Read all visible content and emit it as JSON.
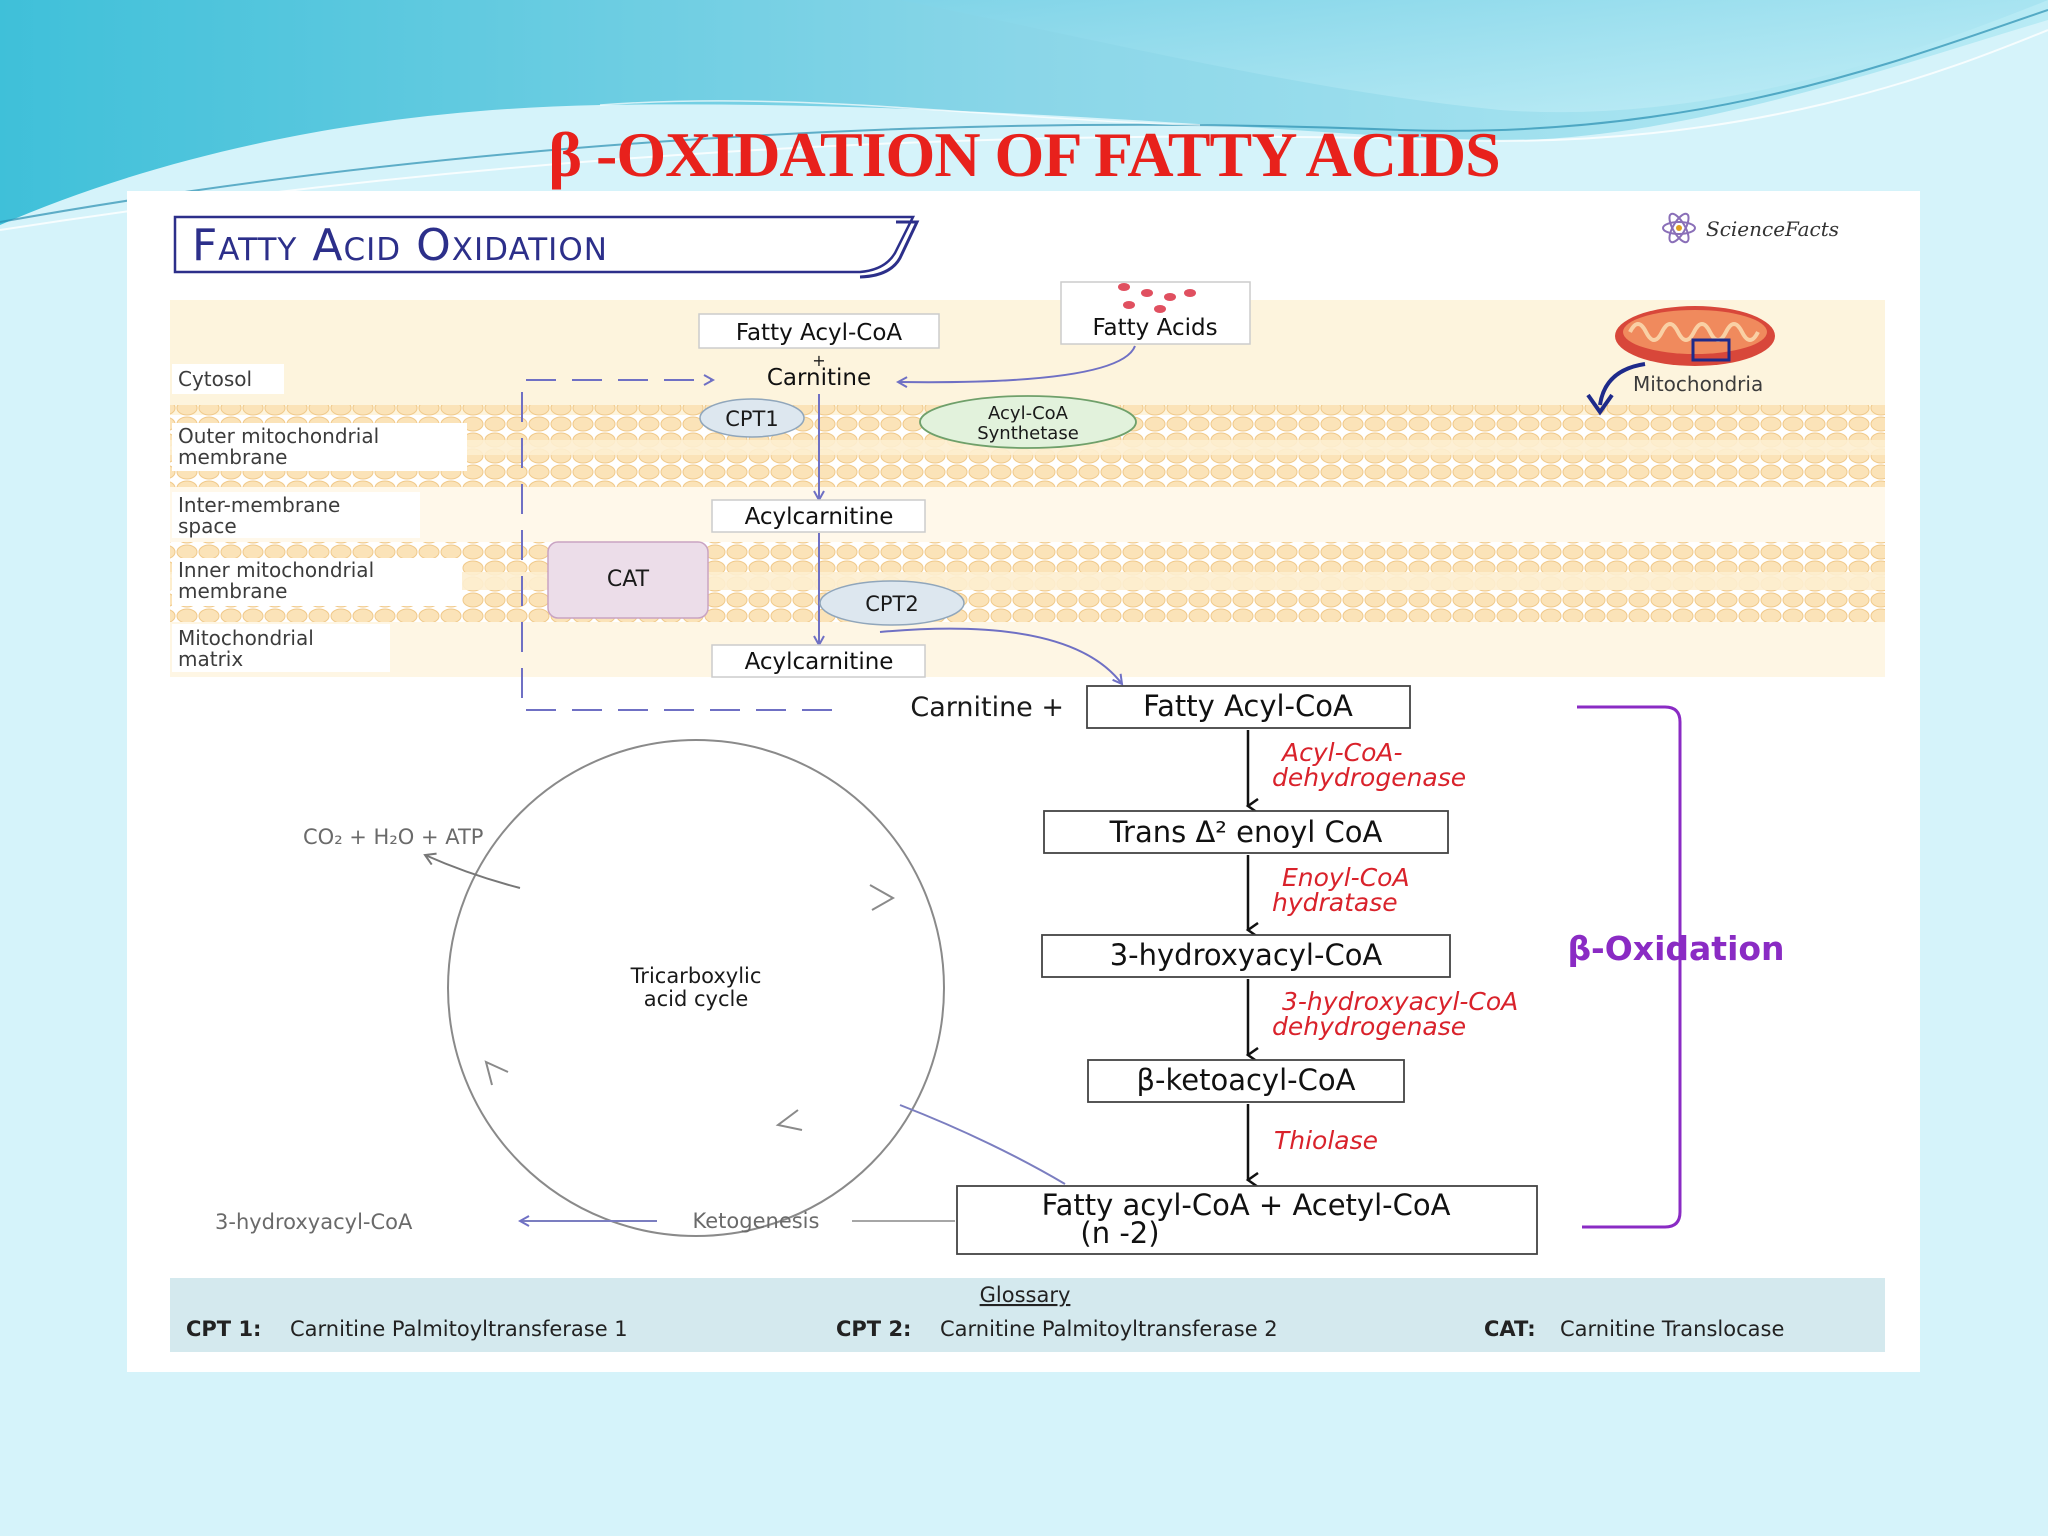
{
  "slide": {
    "title": "β -OXIDATION OF FATTY ACIDS",
    "colors": {
      "title": "#e8211c",
      "background": "#d5f3fa",
      "wave": "#5fc9e0"
    }
  },
  "header": {
    "title": "Fatty Acid Oxidation",
    "brand": "ScienceFacts",
    "brand_icon": "atom-icon"
  },
  "compartments": {
    "cytosol": "Cytosol",
    "outer_membrane": [
      "Outer mitochondrial",
      "membrane"
    ],
    "intermembrane": [
      "Inter-membrane",
      "space"
    ],
    "inner_membrane": [
      "Inner mitochondrial",
      "membrane"
    ],
    "matrix": [
      "Mitochondrial",
      "matrix"
    ]
  },
  "transport": {
    "fatty_acyl_coa": "Fatty Acyl-CoA",
    "plus": "+",
    "carnitine": "Carnitine",
    "fatty_acids": "Fatty Acids",
    "acyl_coa_synthetase": [
      "Acyl-CoA",
      "Synthetase"
    ],
    "cpt1": "CPT1",
    "acylcarnitine_ims": "Acylcarnitine",
    "cat": "CAT",
    "cpt2": "CPT2",
    "acylcarnitine_matrix": "Acylcarnitine",
    "carnitine_plus": "Carnitine +",
    "mitochondria": "Mitochondria"
  },
  "beta_oxidation": {
    "label": "β-Oxidation",
    "steps": [
      {
        "product": "Fatty Acyl-CoA"
      },
      {
        "enzyme": [
          "Acyl-CoA-",
          "dehydrogenase"
        ],
        "product": "Trans Δ² enoyl CoA"
      },
      {
        "enzyme": [
          "Enoyl-CoA",
          "hydratase"
        ],
        "product": "3-hydroxyacyl-CoA"
      },
      {
        "enzyme": [
          "3-hydroxyacyl-CoA",
          "dehydrogenase"
        ],
        "product": "β-ketoacyl-CoA"
      },
      {
        "enzyme": [
          "Thiolase"
        ],
        "product": [
          "Fatty acyl-CoA + Acetyl-CoA",
          "(n -2)"
        ]
      }
    ],
    "colors": {
      "enzyme": "#d9222b",
      "bracket": "#8a2bc4"
    }
  },
  "tca": {
    "label": [
      "Tricarboxylic",
      "acid cycle"
    ],
    "products": "CO₂ + H₂O + ATP"
  },
  "ketogenesis": {
    "label": "Ketogenesis",
    "product": "3-hydroxyacyl-CoA"
  },
  "glossary": {
    "title": "Glossary",
    "items": [
      {
        "abbr": "CPT 1:",
        "text": "Carnitine Palmitoyltransferase 1"
      },
      {
        "abbr": "CPT 2:",
        "text": "Carnitine Palmitoyltransferase 2"
      },
      {
        "abbr": "CAT:",
        "text": "Carnitine Translocase"
      }
    ]
  }
}
